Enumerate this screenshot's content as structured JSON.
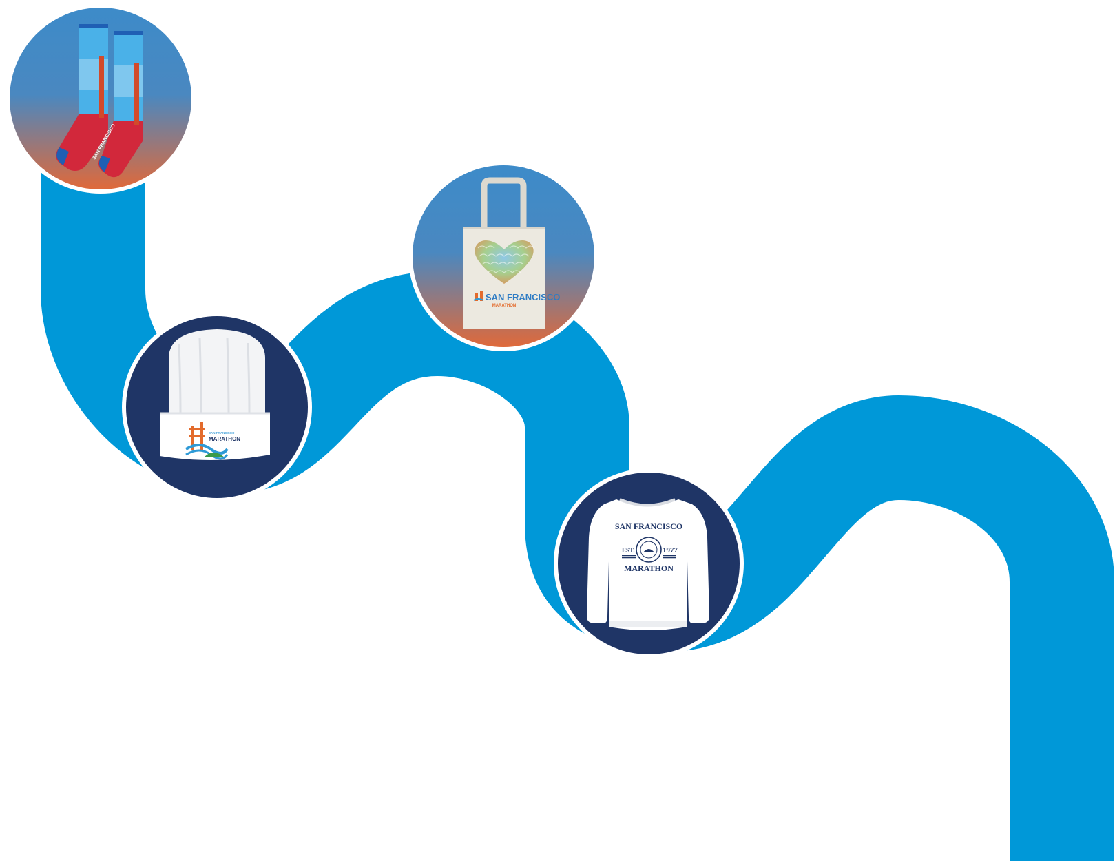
{
  "colors": {
    "background": "#ffffff",
    "path": "#0098d8",
    "navy": "#1f3566",
    "gradient_top": "#3d8bc9",
    "gradient_bottom": "#e0693a",
    "ring": "#ffffff"
  },
  "items": [
    {
      "id": "socks",
      "icon": "socks-icon",
      "badge": "gradient-circle",
      "print": "SAN FRANCISCO"
    },
    {
      "id": "beanie",
      "icon": "beanie-icon",
      "badge": "navy-circle",
      "print_top": "SAN FRANCISCO",
      "print_bottom": "MARATHON"
    },
    {
      "id": "tote",
      "icon": "tote-bag-icon",
      "badge": "gradient-circle",
      "brand": "SAN FRANCISCO",
      "sub": "MARATHON"
    },
    {
      "id": "sweatshirt",
      "icon": "sweatshirt-icon",
      "badge": "navy-circle",
      "top": "SAN FRANCISCO",
      "est": "EST.",
      "year": "1977",
      "bottom": "MARATHON"
    }
  ]
}
